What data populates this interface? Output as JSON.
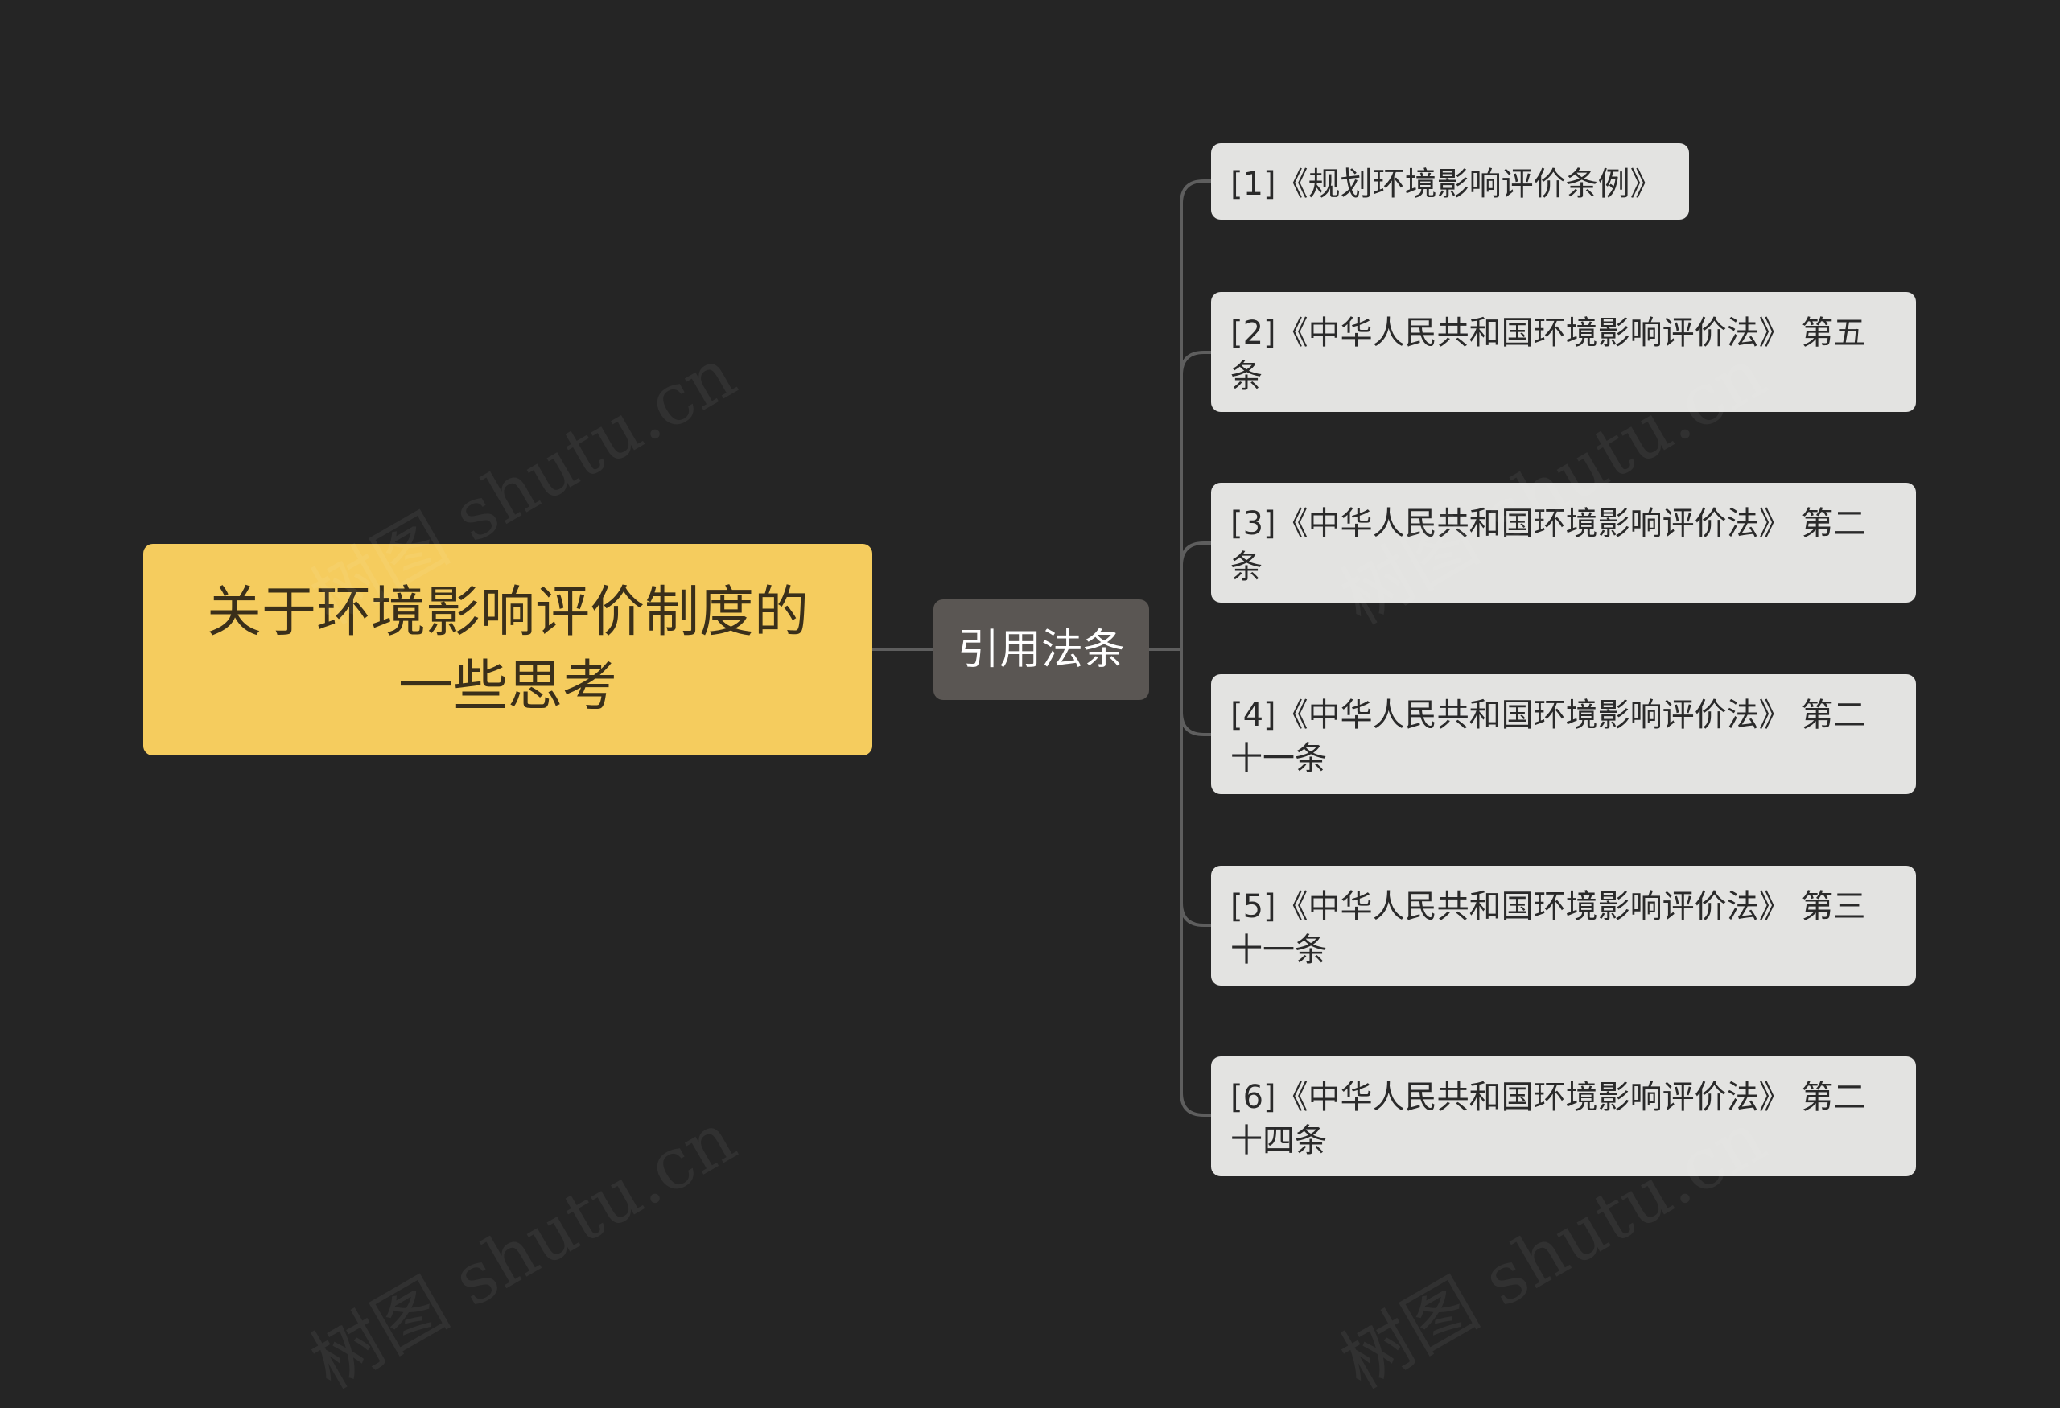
{
  "colors": {
    "background": "#252525",
    "root_fill": "#F5CC5E",
    "root_text": "#3A2F1A",
    "mid_fill": "#5A5653",
    "mid_text": "#FFFFFF",
    "leaf_fill": "#E3E3E1",
    "leaf_text": "#2A2A2A",
    "connector": "#5E5E5E"
  },
  "mindmap": {
    "root": {
      "label": "关于环境影响评价制度的一些思考"
    },
    "branch": {
      "label": "引用法条"
    },
    "leaves": [
      {
        "label": "[1]《规划环境影响评价条例》"
      },
      {
        "label": "[2]《中华人民共和国环境影响评价法》 第五条"
      },
      {
        "label": "[3]《中华人民共和国环境影响评价法》 第二条"
      },
      {
        "label": "[4]《中华人民共和国环境影响评价法》 第二十一条"
      },
      {
        "label": "[5]《中华人民共和国环境影响评价法》 第三十一条"
      },
      {
        "label": "[6]《中华人民共和国环境影响评价法》 第二十四条"
      }
    ]
  },
  "watermark": {
    "text": "树图 shutu.cn"
  }
}
